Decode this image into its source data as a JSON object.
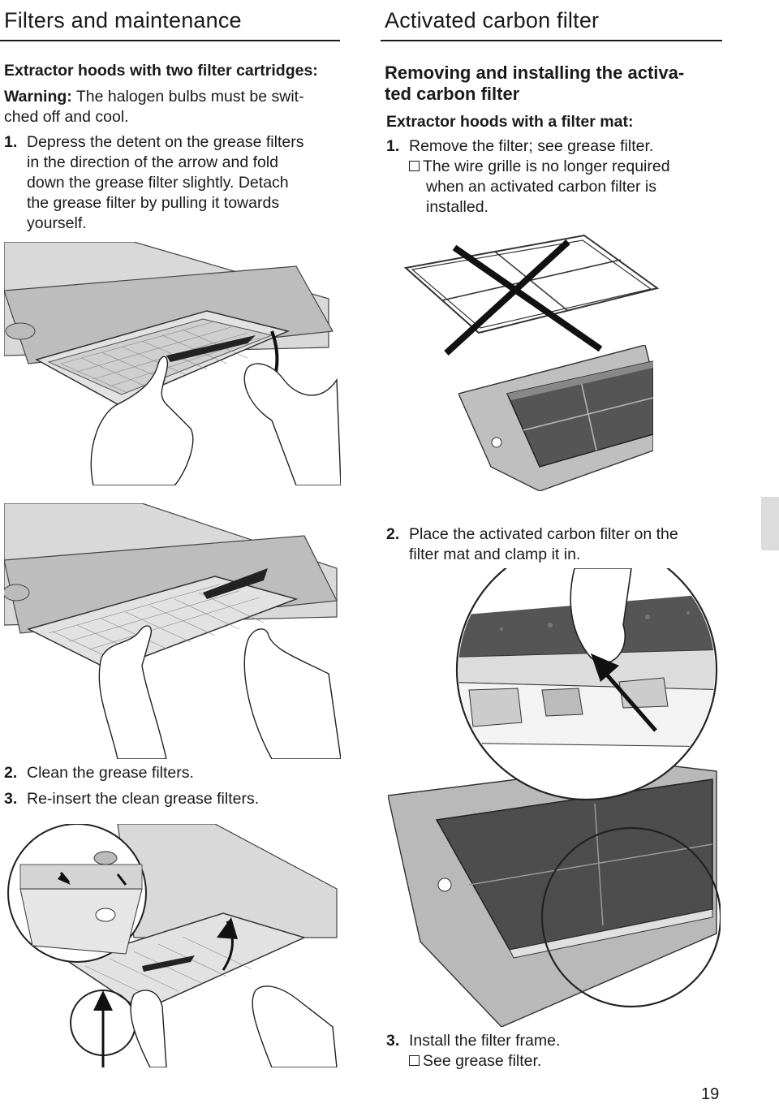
{
  "left": {
    "header_title": "Filters and maintenance",
    "subheading": "Extractor hoods with two filter cartridges:",
    "warning_label": "Warning:",
    "warning_text_line1": " The halogen bulbs must be swit-",
    "warning_text_line2": "ched off and cool.",
    "step1_num": "1.",
    "step1_lines": [
      "Depress the detent on the grease filters",
      "in the direction of the arrow and fold",
      "down the grease filter slightly. Detach",
      "the grease filter by pulling it towards",
      "yourself."
    ],
    "step2_num": "2.",
    "step2_text": "Clean the grease filters.",
    "step3_num": "3.",
    "step3_text": "Re-insert the clean grease filters."
  },
  "right": {
    "header_title": "Activated carbon filter",
    "section_title_line1": "Removing and installing the activa-",
    "section_title_line2": "ted carbon filter",
    "subheading": "Extractor hoods with a filter mat:",
    "step1_num": "1.",
    "step1_text": "Remove the filter; see grease filter.",
    "note1_line1": "The wire grille is no longer required",
    "note1_line2": "when an activated carbon filter is",
    "note1_line3": "installed.",
    "step2_num": "2.",
    "step2_line1": "Place the activated carbon filter on the",
    "step2_line2": "filter mat and clamp it in.",
    "step3_num": "3.",
    "step3_text": "Install the filter frame.",
    "note3_text": "See grease filter."
  },
  "page_number": "19"
}
